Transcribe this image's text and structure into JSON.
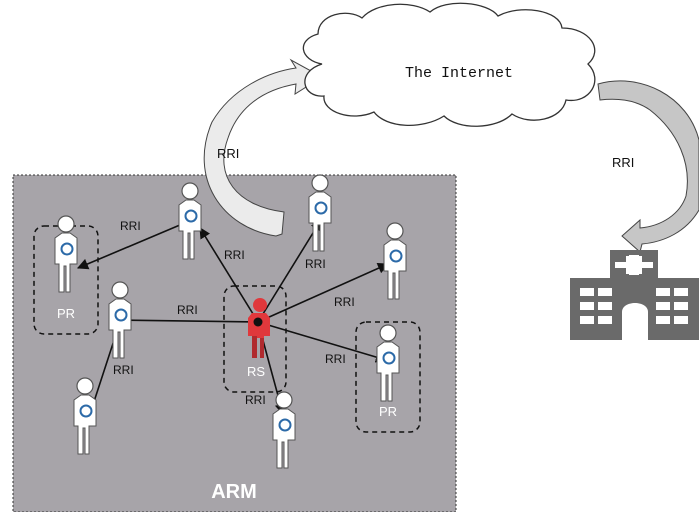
{
  "cloud_label": "The Internet",
  "area_label": "ARM",
  "relay_label": "RS",
  "patient_label_left": "PR",
  "patient_label_right": "PR",
  "link_label": "RRI",
  "colors": {
    "area_fill": "#a7a4a9",
    "figure": "#ffffff",
    "relay": "#e0383c",
    "hospital": "#6a6a6a",
    "arrow_fill": "#ebebeb",
    "arrow_fill_right": "#c6c6c6"
  },
  "icons": [
    "person-icon",
    "cloud-icon",
    "hospital-icon"
  ]
}
